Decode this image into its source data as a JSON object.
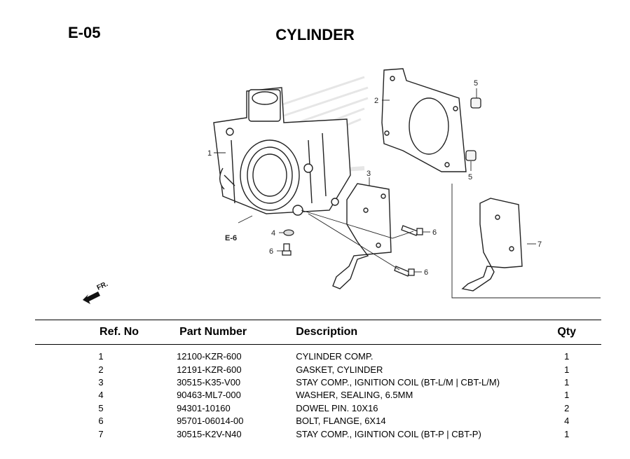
{
  "header": {
    "section_code": "E-05",
    "title": "CYLINDER"
  },
  "diagram": {
    "callouts": [
      "1",
      "2",
      "3",
      "4",
      "5",
      "5",
      "6",
      "6",
      "6",
      "7"
    ],
    "ref_label": "E-6",
    "direction_label": "FR."
  },
  "table": {
    "headers": {
      "ref": "Ref. No",
      "part_number": "Part Number",
      "description": "Description",
      "qty": "Qty"
    },
    "rows": [
      {
        "ref": "1",
        "part_number": "12100-KZR-600",
        "description": "CYLINDER COMP.",
        "qty": "1"
      },
      {
        "ref": "2",
        "part_number": "12191-KZR-600",
        "description": "GASKET, CYLINDER",
        "qty": "1"
      },
      {
        "ref": "3",
        "part_number": "30515-K35-V00",
        "description": "STAY COMP., IGNITION COIL (BT-L/M | CBT-L/M)",
        "qty": "1"
      },
      {
        "ref": "4",
        "part_number": "90463-ML7-000",
        "description": "WASHER, SEALING, 6.5MM",
        "qty": "1"
      },
      {
        "ref": "5",
        "part_number": "94301-10160",
        "description": "DOWEL PIN. 10X16",
        "qty": "2"
      },
      {
        "ref": "6",
        "part_number": "95701-06014-00",
        "description": "BOLT, FLANGE, 6X14",
        "qty": "4"
      },
      {
        "ref": "7",
        "part_number": "30515-K2V-N40",
        "description": "STAY COMP., IGINTION COIL (BT-P | CBT-P)",
        "qty": "1"
      }
    ]
  }
}
